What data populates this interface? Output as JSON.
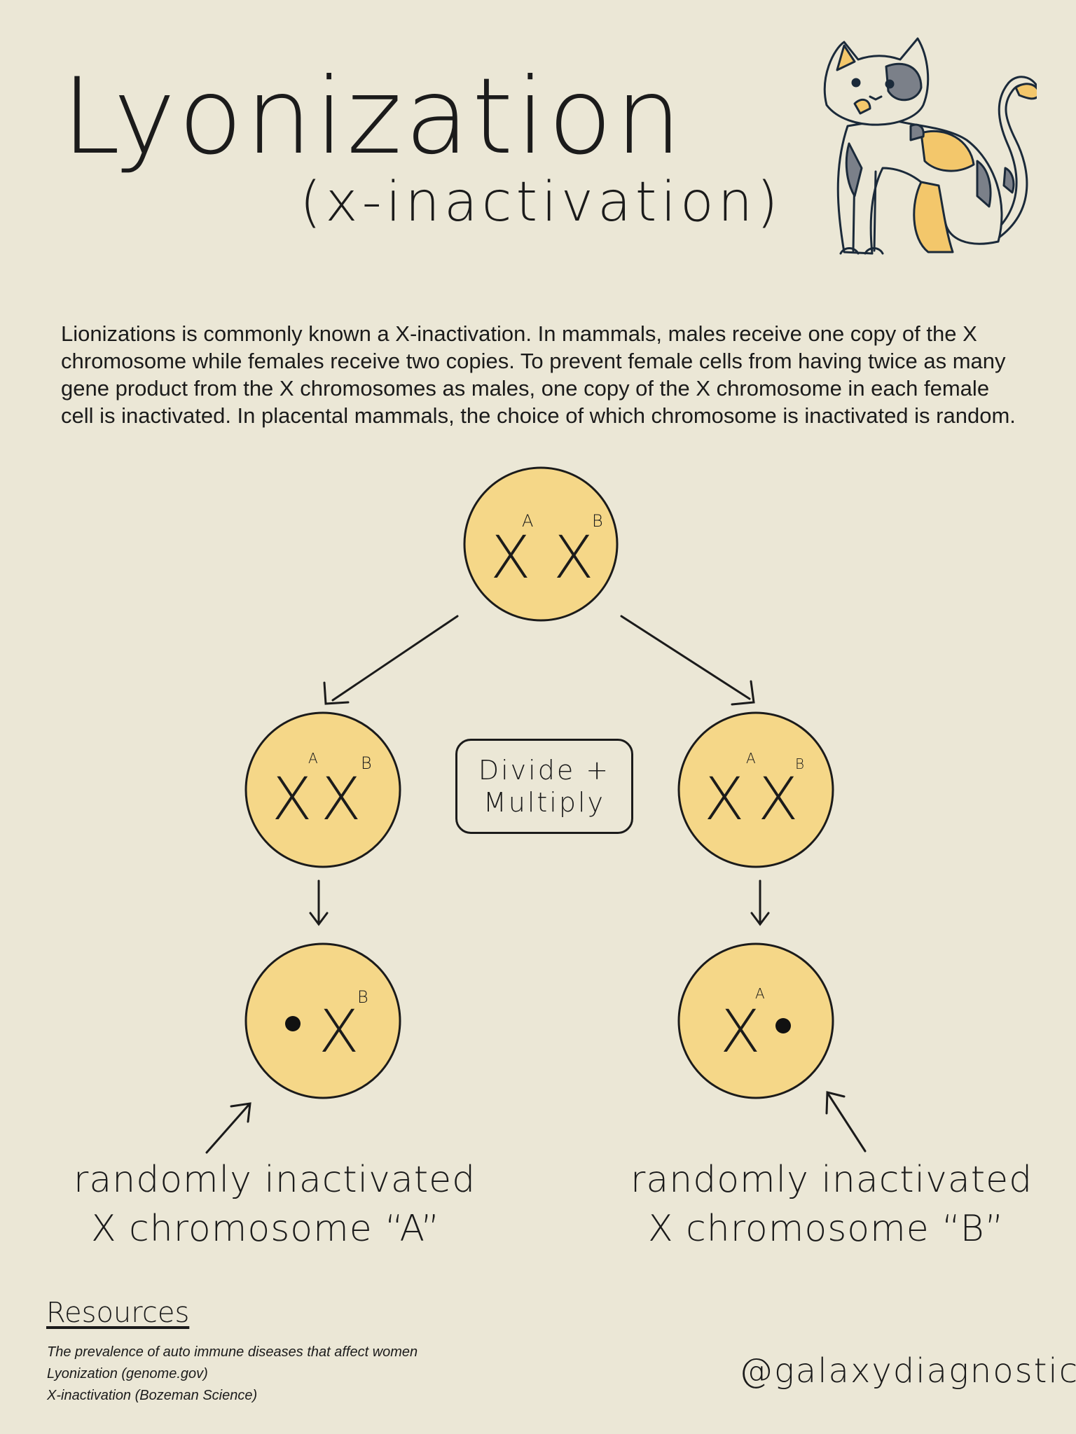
{
  "title": "Lyonization",
  "subtitle": "(x-inactivation)",
  "intro": "Lionizations is commonly known a X-inactivation. In mammals, males receive one copy of the X chromosome while females receive two copies. To prevent female cells from having twice as many gene product from the X chromosomes as males, one copy of the X chromosome in each female cell is inactivated. In placental mammals, the choice of which chromosome is inactivated is random.",
  "cells": {
    "parent": {
      "letter1": "X",
      "sup1": "A",
      "letter2": "X",
      "sup2": "B"
    },
    "left": {
      "letter1": "X",
      "sup1": "A",
      "letter2": "X",
      "sup2": "B"
    },
    "right": {
      "letter1": "X",
      "sup1": "A",
      "letter2": "X",
      "sup2": "B"
    },
    "left_inactivated": {
      "letter": "X",
      "sup": "B"
    },
    "right_inactivated": {
      "letter": "X",
      "sup": "A"
    }
  },
  "divide_label": {
    "line1": "Divide +",
    "line2": "Multiply"
  },
  "labels": {
    "left": {
      "line1": "randomly inactivated",
      "line2": "X chromosome “A”"
    },
    "right": {
      "line1": "randomly inactivated",
      "line2": "X chromosome “B”"
    }
  },
  "resources": {
    "heading": "Resources",
    "items": [
      "The prevalence of auto immune diseases that affect women",
      "Lyonization (genome.gov)",
      "X-inactivation (Bozeman Science)"
    ]
  },
  "handle": "@galaxydiagnostics",
  "colors": {
    "background": "#ebe7d6",
    "cell_fill": "#f5d788",
    "ink": "#1b1b1b",
    "cat_gray": "#7b8089",
    "cat_orange": "#f3c76b"
  }
}
